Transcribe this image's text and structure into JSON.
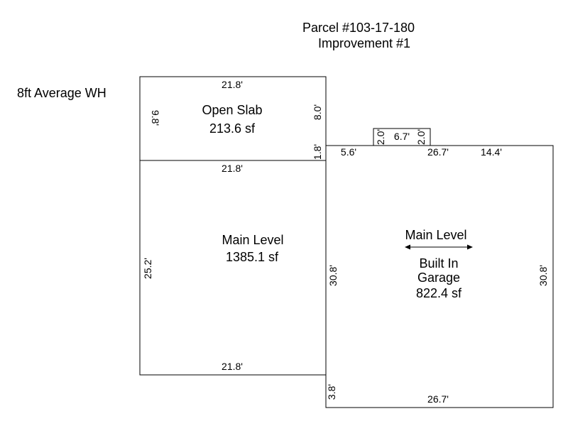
{
  "header": {
    "parcel": "Parcel #103-17-180",
    "improvement": "Improvement #1"
  },
  "wall_height_note": "8ft Average WH",
  "areas": {
    "open_slab": {
      "name": "Open Slab",
      "area": "213.6 sf"
    },
    "main_level": {
      "name": "Main Level",
      "area": "1385.1 sf"
    },
    "garage": {
      "level": "Main Level",
      "name_line1": "Built In",
      "name_line2": "Garage",
      "area": "822.4 sf"
    }
  },
  "dimensions": {
    "slab_top": "21.8'",
    "slab_left": "9.8'",
    "slab_right": "8.0'",
    "slab_right_step": "1.8'",
    "main_top": "21.8'",
    "main_left": "25.2'",
    "main_bottom": "21.8'",
    "main_right": "30.8'",
    "main_bottom_step": "3.8'",
    "bump_left": "2.0'",
    "bump_top": "6.7'",
    "bump_right": "2.0'",
    "garage_top_left": "5.6'",
    "garage_top_mid": "26.7'",
    "garage_top_right": "14.4'",
    "garage_right": "30.8'",
    "garage_bottom": "26.7'"
  }
}
